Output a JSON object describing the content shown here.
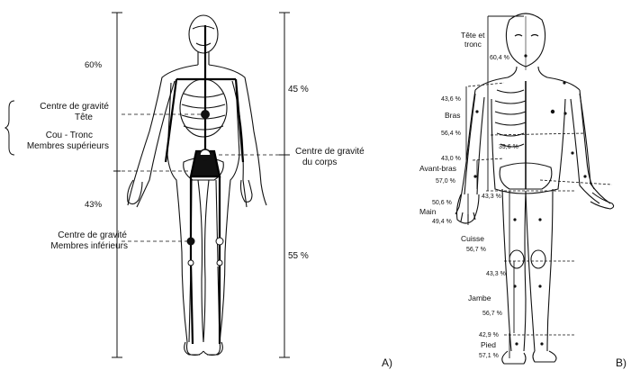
{
  "panelA": {
    "letter": "A)",
    "pct_60": "60%",
    "pct_43": "43%",
    "pct_45": "45 %",
    "pct_55": "55 %",
    "cg_head_line1": "Centre de gravité",
    "cg_head_line2": "Tête",
    "cg_trunk_line1": "Cou - Tronc",
    "cg_trunk_line2": "Membres supérieurs",
    "cg_body_line1": "Centre de gravité",
    "cg_body_line2": "du corps",
    "cg_lower_line1": "Centre de gravité",
    "cg_lower_line2": "Membres inférieurs"
  },
  "panelB": {
    "letter": "B)",
    "head_trunk_line1": "Tête et",
    "head_trunk_line2": "tronc",
    "head_trunk_pct": "60,4 %",
    "arm_top_pct": "43,6 %",
    "arm_label": "Bras",
    "arm_bottom_pct": "56,4 %",
    "arm_side_pct": "39,6 %",
    "forearm_top_pct": "43,0 %",
    "forearm_label": "Avant-bras",
    "forearm_bottom_pct": "57,0 %",
    "hand_top_pct": "50,6 %",
    "hand_label": "Main",
    "hand_bottom_pct": "49,4 %",
    "hand_side_pct": "43,3 %",
    "thigh_label": "Cuisse",
    "thigh_pct": "56,7 %",
    "leg_top_pct": "43,3 %",
    "leg_label": "Jambe",
    "leg_bottom_pct": "56,7 %",
    "foot_top_pct": "42,9 %",
    "foot_label": "Pied",
    "foot_bottom_pct": "57,1 %"
  }
}
